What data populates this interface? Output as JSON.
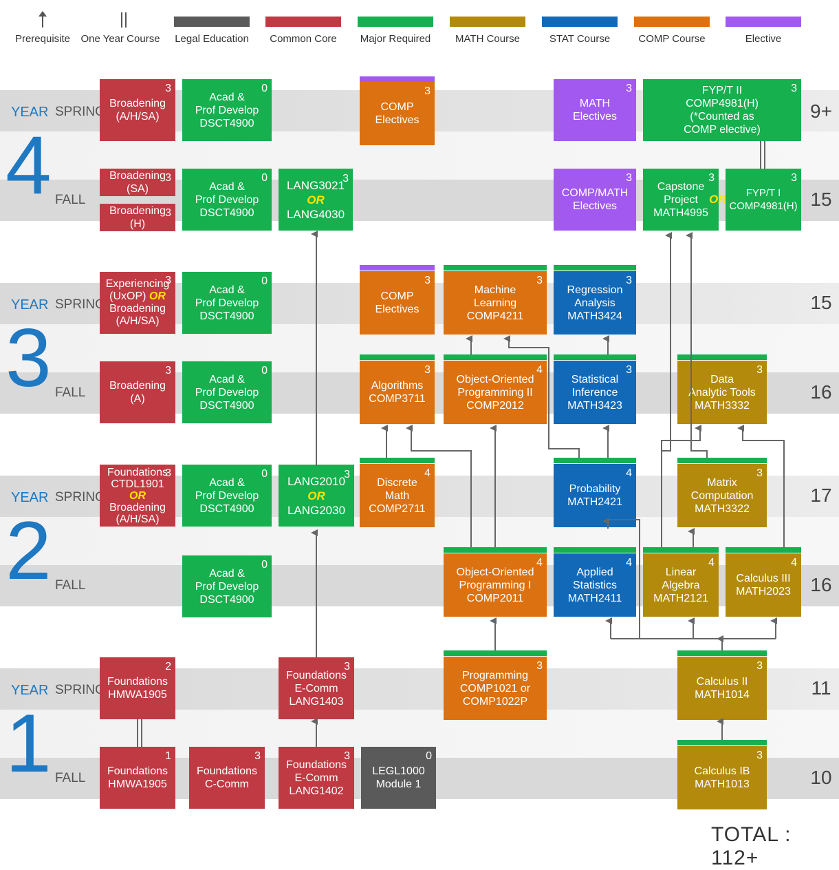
{
  "legend": {
    "prerequisite": "Prerequisite",
    "one_year": "One Year Course",
    "legal": "Legal Education",
    "common": "Common Core",
    "major": "Major Required",
    "math": "MATH Course",
    "stat": "STAT Course",
    "comp": "COMP Course",
    "elective": "Elective"
  },
  "colors": {
    "legal": "#5a5a5a",
    "common": "#bf3a43",
    "major": "#16b04f",
    "math": "#b38a0c",
    "stat": "#1269b8",
    "comp": "#db7110",
    "elective": "#a259f0"
  },
  "years": {
    "y4": {
      "word": "YEAR",
      "num": "4",
      "spring": "SPRING",
      "fall": "FALL",
      "spring_credits": "9+",
      "fall_credits": "15"
    },
    "y3": {
      "word": "YEAR",
      "num": "3",
      "spring": "SPRING",
      "fall": "FALL",
      "spring_credits": "15",
      "fall_credits": "16"
    },
    "y2": {
      "word": "YEAR",
      "num": "2",
      "spring": "SPRING",
      "fall": "FALL",
      "spring_credits": "17",
      "fall_credits": "16"
    },
    "y1": {
      "word": "YEAR",
      "num": "1",
      "spring": "SPRING",
      "fall": "FALL",
      "spring_credits": "11",
      "fall_credits": "10"
    }
  },
  "or": "OR",
  "total": "TOTAL : 112+",
  "courses": {
    "y4s_broad": {
      "l1": "Broadening",
      "l2": "(A/H/SA)",
      "cr": "3"
    },
    "y4s_acad": {
      "l1": "Acad &",
      "l2": "Prof Develop",
      "l3": "DSCT4900",
      "cr": "0"
    },
    "y4s_comp": {
      "l1": "COMP",
      "l2": "Electives",
      "cr": "3"
    },
    "y4s_math": {
      "l1": "MATH",
      "l2": "Electives",
      "cr": "3"
    },
    "y4s_fyp2": {
      "l1": "FYP/T II",
      "l2": "COMP4981(H)",
      "l3": "(*Counted as",
      "l4": "COMP elective)",
      "cr": "3"
    },
    "y4f_broad_sa": {
      "l1": "Broadening",
      "l2": "(SA)",
      "cr": "3"
    },
    "y4f_broad_h": {
      "l1": "Broadening",
      "l2": "(H)",
      "cr": "3"
    },
    "y4f_acad": {
      "l1": "Acad &",
      "l2": "Prof Develop",
      "l3": "DSCT4900",
      "cr": "0"
    },
    "y4f_lang": {
      "l1": "LANG3021",
      "l3": "LANG4030",
      "cr": "3"
    },
    "y4f_compmath": {
      "l1": "COMP/MATH",
      "l2": "Electives",
      "cr": "3"
    },
    "y4f_capstone": {
      "l1": "Capstone",
      "l2": "Project",
      "l3": "MATH4995",
      "cr": "3"
    },
    "y4f_fyp1": {
      "l1": "FYP/T I",
      "l2": "COMP4981(H)",
      "cr": "3"
    },
    "y3s_exp": {
      "l1": "Experiencing",
      "l2": "(UxOP)",
      "l3": "Broadening",
      "l4": "(A/H/SA)",
      "cr": "3"
    },
    "y3s_acad": {
      "l1": "Acad &",
      "l2": "Prof Develop",
      "l3": "DSCT4900",
      "cr": "0"
    },
    "y3s_comp": {
      "l1": "COMP",
      "l2": "Electives",
      "cr": "3"
    },
    "y3s_ml": {
      "l1": "Machine",
      "l2": "Learning",
      "l3": "COMP4211",
      "cr": "3"
    },
    "y3s_reg": {
      "l1": "Regression",
      "l2": "Analysis",
      "l3": "MATH3424",
      "cr": "3"
    },
    "y3f_broad": {
      "l1": "Broadening",
      "l2": "(A)",
      "cr": "3"
    },
    "y3f_acad": {
      "l1": "Acad &",
      "l2": "Prof Develop",
      "l3": "DSCT4900",
      "cr": "0"
    },
    "y3f_algo": {
      "l1": "Algorithms",
      "l2": "COMP3711",
      "cr": "3"
    },
    "y3f_oop2": {
      "l1": "Object-Oriented",
      "l2": "Programming II",
      "l3": "COMP2012",
      "cr": "4"
    },
    "y3f_stat": {
      "l1": "Statistical",
      "l2": "Inference",
      "l3": "MATH3423",
      "cr": "3"
    },
    "y3f_data": {
      "l1": "Data",
      "l2": "Analytic Tools",
      "l3": "MATH3332",
      "cr": "3"
    },
    "y2s_found": {
      "l1": "Foundations",
      "l2": "CTDL1901",
      "l4": "Broadening",
      "l5": "(A/H/SA)",
      "cr": "3"
    },
    "y2s_acad": {
      "l1": "Acad &",
      "l2": "Prof Develop",
      "l3": "DSCT4900",
      "cr": "0"
    },
    "y2s_lang": {
      "l1": "LANG2010",
      "l3": "LANG2030",
      "cr": "3"
    },
    "y2s_disc": {
      "l1": "Discrete",
      "l2": "Math",
      "l3": "COMP2711",
      "cr": "4"
    },
    "y2s_prob": {
      "l1": "Probability",
      "l2": "MATH2421",
      "cr": "4"
    },
    "y2s_matrix": {
      "l1": "Matrix",
      "l2": "Computation",
      "l3": "MATH3322",
      "cr": "3"
    },
    "y2f_acad": {
      "l1": "Acad &",
      "l2": "Prof Develop",
      "l3": "DSCT4900",
      "cr": "0"
    },
    "y2f_oop1": {
      "l1": "Object-Oriented",
      "l2": "Programming I",
      "l3": "COMP2011",
      "cr": "4"
    },
    "y2f_applied": {
      "l1": "Applied",
      "l2": "Statistics",
      "l3": "MATH2411",
      "cr": "4"
    },
    "y2f_linalg": {
      "l1": "Linear",
      "l2": "Algebra",
      "l3": "MATH2121",
      "cr": "4"
    },
    "y2f_calc3": {
      "l1": "Calculus III",
      "l2": "MATH2023",
      "cr": "4"
    },
    "y1s_hmwa": {
      "l1": "Foundations",
      "l2": "HMWA1905",
      "cr": "2"
    },
    "y1s_ecomm": {
      "l1": "Foundations",
      "l2": "E-Comm",
      "l3": "LANG1403",
      "cr": "3"
    },
    "y1s_prog": {
      "l1": "Programming",
      "l2": "COMP1021 or",
      "l3": "COMP1022P",
      "cr": "3"
    },
    "y1s_calc2": {
      "l1": "Calculus II",
      "l2": "MATH1014",
      "cr": "3"
    },
    "y1f_hmwa": {
      "l1": "Foundations",
      "l2": "HMWA1905",
      "cr": "1"
    },
    "y1f_ccomm": {
      "l1": "Foundations",
      "l2": "C-Comm",
      "cr": "3"
    },
    "y1f_ecomm": {
      "l1": "Foundations",
      "l2": "E-Comm",
      "l3": "LANG1402",
      "cr": "3"
    },
    "y1f_legl": {
      "l1": "LEGL1000",
      "l2": "Module 1",
      "cr": "0"
    },
    "y1f_calc1b": {
      "l1": "Calculus IB",
      "l2": "MATH1013",
      "cr": "3"
    }
  }
}
